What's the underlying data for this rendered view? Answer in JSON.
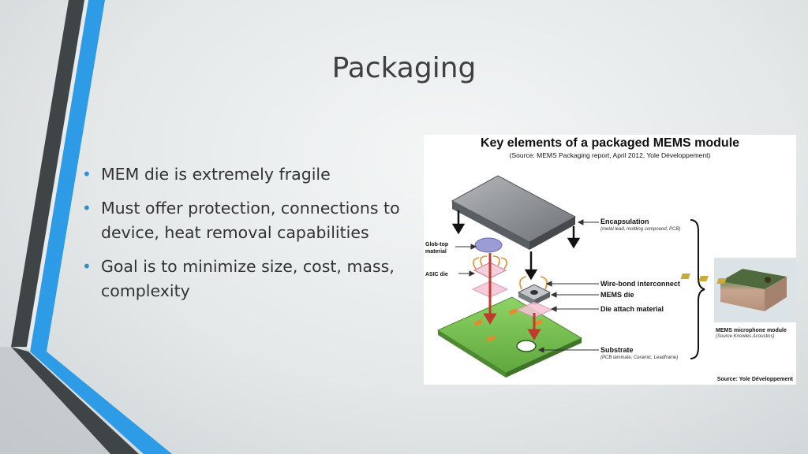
{
  "slide": {
    "title": "Packaging",
    "bullets": [
      "MEM die is extremely fragile",
      "Must offer protection, connections to device, heat removal capabilities",
      "Goal is to minimize size, cost, mass, complexity"
    ]
  },
  "figure": {
    "title": "Key elements of a packaged MEMS module",
    "source_line": "(Source: MEMS Packaging report, April 2012, Yole Développement)",
    "labels": {
      "encapsulation": "Encapsulation",
      "encapsulation_sub": "(metal lead, molding compound, PCB)",
      "globtop_line1": "Glob-top",
      "globtop_line2": "material",
      "asic": "ASIC die",
      "wirebond": "Wire-bond interconnect",
      "mems_die": "MEMS die",
      "die_attach": "Die attach material",
      "substrate": "Substrate",
      "substrate_sub": "(PCB laminate, Ceramic, Leadframe)",
      "microphone": "MEMS microphone module",
      "microphone_sub": "(Source Knowles Acoustics)",
      "credit": "Source: Yole Développement"
    }
  },
  "colors": {
    "accent_blue": "#2e9be6",
    "dark_gray": "#3f4447",
    "substrate_green": "#7cc458",
    "arrow_red": "#c0392b"
  }
}
